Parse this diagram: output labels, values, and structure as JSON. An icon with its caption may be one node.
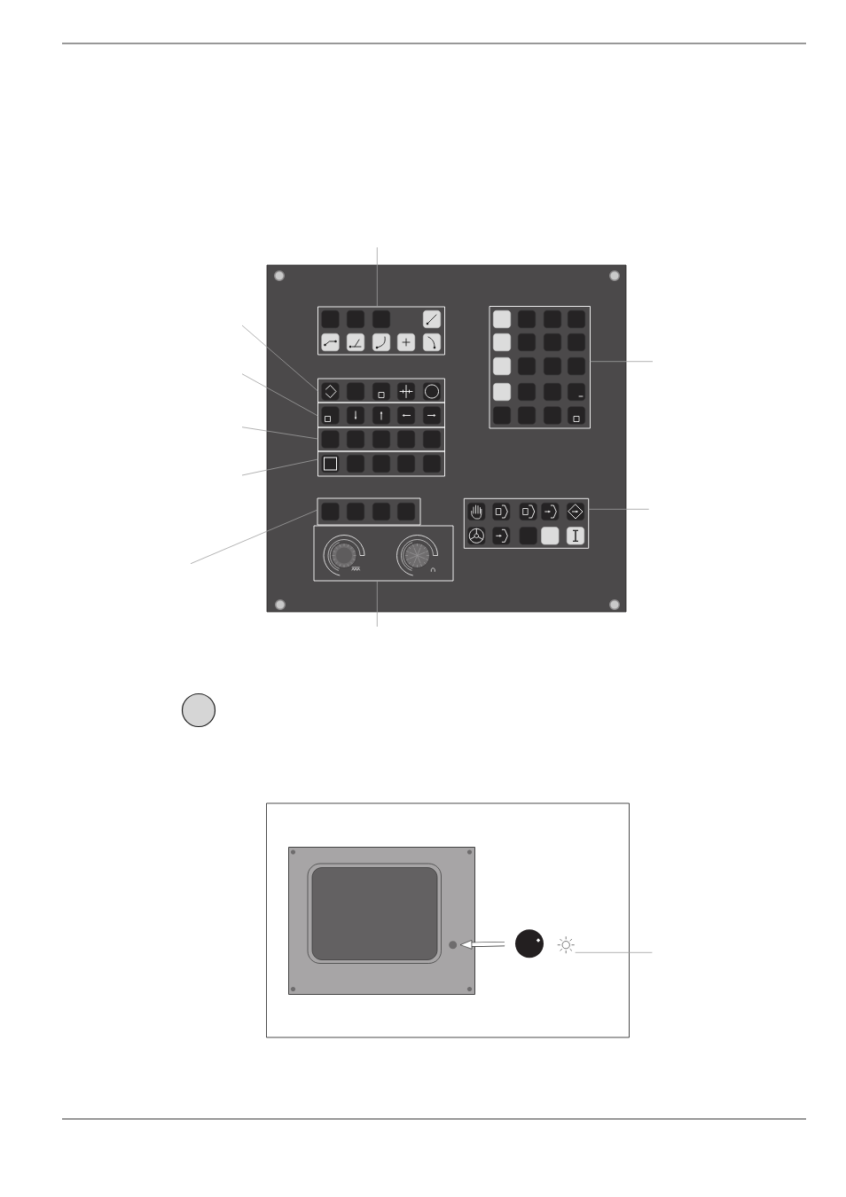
{
  "diagram": {
    "nodes": [
      {
        "text": [],
        "shape": "box"
      },
      {
        "text": [],
        "shape": "box",
        "in": 0
      },
      {
        "text": [],
        "shape": "box",
        "in": 0
      },
      {
        "text": [],
        "shape": "box",
        "in": 0
      },
      {
        "text": [],
        "shape": "box",
        "in": 0
      },
      {
        "text": [],
        "shape": "box",
        "in": 0
      },
      {
        "text": [],
        "shape": "box",
        "in": 0
      },
      {
        "text": [],
        "shape": "box",
        "in": 0
      },
      {
        "text": [],
        "shape": "box",
        "in": 0
      },
      {
        "text": [],
        "shape": "box",
        "in": 0
      },
      {
        "text": [],
        "shape": "circle"
      },
      {
        "text": [],
        "shape": "box"
      },
      {
        "text": [],
        "shape": "box",
        "in": 11
      },
      {
        "text": [],
        "shape": "circle",
        "in": 12
      },
      {
        "text": [],
        "shape": "circle",
        "in": 11
      },
      {
        "text": [],
        "shape": "picture",
        "in": 11
      }
    ],
    "edges": [
      {
        "from": null,
        "to": 1,
        "arrow": "none"
      },
      {
        "from": null,
        "to": 8,
        "arrow": "none"
      },
      {
        "from": null,
        "to": 2,
        "arrow": "none"
      },
      {
        "from": null,
        "to": 3,
        "arrow": "none"
      },
      {
        "from": null,
        "to": 4,
        "arrow": "none"
      },
      {
        "from": null,
        "to": 5,
        "arrow": "none"
      },
      {
        "from": null,
        "to": 9,
        "arrow": "none"
      },
      {
        "from": null,
        "to": 6,
        "arrow": "none"
      },
      {
        "from": null,
        "to": 7,
        "arrow": "none"
      },
      {
        "from": 14,
        "to": 13,
        "arrow": "to",
        "style": "thick",
        "color": "#1e1e1e"
      },
      {
        "from": null,
        "to": 15,
        "arrow": "none"
      }
    ]
  }
}
